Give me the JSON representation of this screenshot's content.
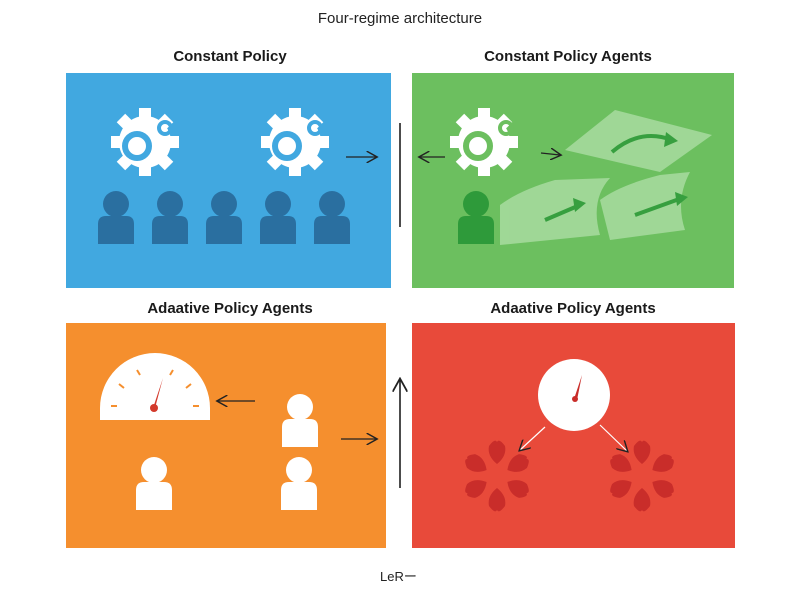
{
  "diagram": {
    "title": "Four-regime architecture",
    "footer": "LeRー",
    "quadrants": [
      {
        "id": "top-left",
        "title": "Constant Policy",
        "color": "#41a8e0",
        "icon_color": "#2a6fa0"
      },
      {
        "id": "top-right",
        "title": "Constant Policy Agents",
        "color": "#6cbf5f",
        "icon_color": "#2e9a3a"
      },
      {
        "id": "bottom-left",
        "title": "Adaative Policy Agents",
        "color": "#f58f2e",
        "icon_color": "#ffffff"
      },
      {
        "id": "bottom-right",
        "title": "Adaative Policy Agents",
        "color": "#e84a3a",
        "icon_color": "#c92d2a"
      }
    ],
    "icons": [
      "gear-icon",
      "person-icon",
      "arrow-icon",
      "gauge-icon",
      "flower-icon"
    ]
  }
}
